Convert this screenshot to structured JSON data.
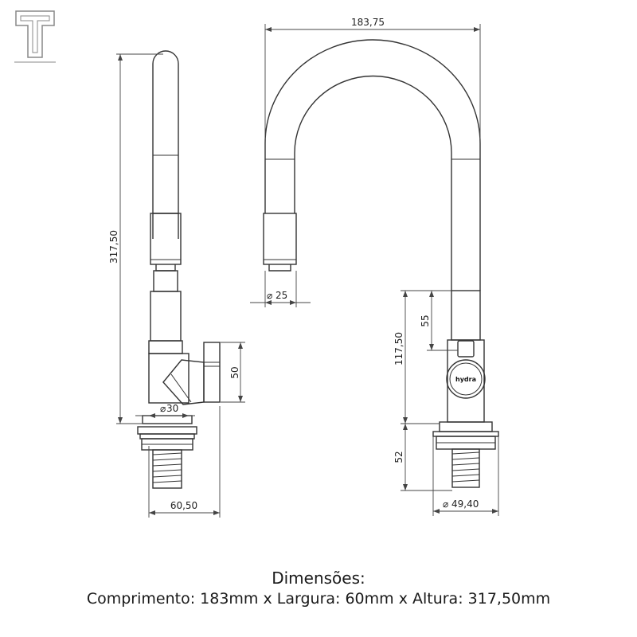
{
  "dimensions": {
    "total_width": "183,75",
    "total_height": "317,50",
    "spout_diameter": "25",
    "body_height_side": "50",
    "base_diameter_side": "30",
    "depth_side": "60,50",
    "lower_height": "117,50",
    "handle_height": "55",
    "thread_height": "52",
    "base_diameter_front": "49,40",
    "diameter_symbol": "⌀"
  },
  "brand_label": "hydra",
  "caption": {
    "title": "Dimensões:",
    "details": "Comprimento: 183mm x Largura: 60mm x Altura: 317,50mm"
  },
  "colors": {
    "line": "#333333",
    "background": "#ffffff"
  }
}
